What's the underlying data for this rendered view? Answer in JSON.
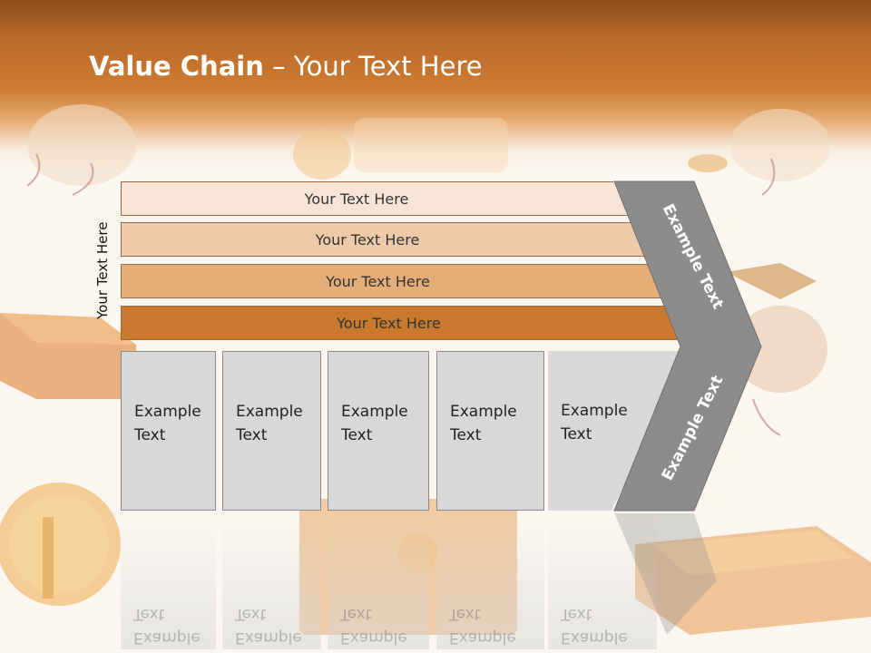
{
  "slide": {
    "title_bold": "Value Chain",
    "title_rest": " – Your Text Here",
    "side_label": "Your Text Here",
    "bands": [
      {
        "label": "Your Text Here",
        "color": "#f6e5d6"
      },
      {
        "label": "Your Text Here",
        "color": "#eecaa9"
      },
      {
        "label": "Your Text Here",
        "color": "#e5ad78"
      },
      {
        "label": "Your Text Here",
        "color": "#c97a2e"
      }
    ],
    "boxes": [
      {
        "line1": "Example",
        "line2": "Text"
      },
      {
        "line1": "Example",
        "line2": "Text"
      },
      {
        "line1": "Example",
        "line2": "Text"
      },
      {
        "line1": "Example",
        "line2": "Text"
      },
      {
        "line1": "Example",
        "line2": "Text"
      }
    ],
    "chevron_upper_text": "Example Text",
    "chevron_lower_text": "Example Text",
    "chevron_color": "#8c8c8c"
  }
}
